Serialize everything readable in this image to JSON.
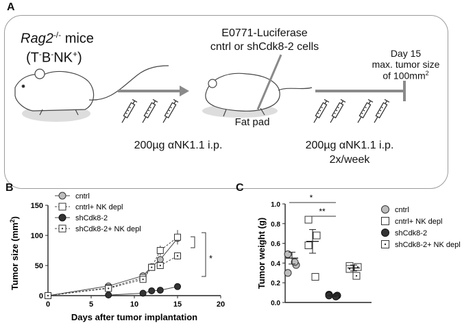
{
  "panel_a": {
    "letter": "A",
    "mice_line1_italic": "Rag2",
    "mice_line1_sup": "-/-",
    "mice_line1_rest": " mice",
    "phenotype": {
      "t": "T",
      "t_sup": "-",
      "b": "B",
      "b_sup": "-",
      "nk": "NK",
      "nk_sup": "+"
    },
    "cells_line1": "E0771-Luciferase",
    "cells_line2": "cntrl or shCdk8-2 cells",
    "injection_site": "Fat pad",
    "endpoint_line1": "Day 15",
    "endpoint_line2": "max. tumor size",
    "endpoint_line3": "of 100mm",
    "endpoint_line3_sup": "2",
    "treatment_pre": "200µg αNK1.1 i.p.",
    "treatment_post_line1": "200µg αNK1.1 i.p.",
    "treatment_post_line2": "2x/week",
    "colors": {
      "arrow": "#8a8a8a",
      "border": "#9a9a9a"
    }
  },
  "panel_b": {
    "letter": "B",
    "significance": "*",
    "chart_data": {
      "type": "line",
      "xlabel": "Days after tumor implantation",
      "ylabel": "Tumor size (mm",
      "ylabel_sup": "2",
      "ylabel_close": ")",
      "xlim": [
        0,
        20
      ],
      "ylim": [
        0,
        150
      ],
      "x_ticks": [
        "0",
        "5",
        "10",
        "15",
        "20"
      ],
      "y_ticks": [
        "0",
        "50",
        "100",
        "150"
      ],
      "series": [
        {
          "name": "cntrl",
          "marker": "circle-gray",
          "x": [
            0,
            7,
            11,
            12,
            13,
            15
          ],
          "y": [
            0,
            16,
            33,
            48,
            60,
            95
          ],
          "err": [
            0,
            3,
            4,
            5,
            6,
            10
          ]
        },
        {
          "name": "cntrl+ NK depl",
          "marker": "square-open",
          "dashed": true,
          "x": [
            0,
            7,
            11,
            12,
            13,
            15
          ],
          "y": [
            0,
            13,
            30,
            47,
            75,
            97
          ],
          "err": [
            0,
            3,
            4,
            5,
            8,
            12
          ]
        },
        {
          "name": "shCdk8-2",
          "marker": "circle-black",
          "x": [
            7,
            11,
            12,
            13,
            15
          ],
          "y": [
            1,
            4,
            8,
            9,
            15
          ],
          "err": [
            0,
            1,
            1,
            1,
            2
          ]
        },
        {
          "name": "shCdk8-2+ NK depl",
          "marker": "square-dot",
          "dashed": true,
          "x": [
            0,
            7,
            11,
            12,
            13,
            15
          ],
          "y": [
            0,
            12,
            27,
            47,
            50,
            66
          ],
          "err": [
            0,
            2,
            3,
            4,
            5,
            6
          ]
        }
      ]
    }
  },
  "panel_c": {
    "letter": "C",
    "sig1": "*",
    "sig2": "**",
    "chart_data": {
      "type": "scatter",
      "ylabel": "Tumor weight (g)",
      "ylim": [
        0.0,
        1.0
      ],
      "y_ticks": [
        "0.0",
        "0.2",
        "0.4",
        "0.6",
        "0.8",
        "1.0"
      ],
      "groups": [
        {
          "name": "cntrl",
          "marker": "circle-gray",
          "points": [
            0.49,
            0.38,
            0.3,
            0.41
          ],
          "mean": 0.45,
          "sem": 0.06
        },
        {
          "name": "cntrl+ NK depl",
          "marker": "square-open",
          "points": [
            0.84,
            0.68,
            0.58,
            0.26
          ],
          "mean": 0.62,
          "sem": 0.12
        },
        {
          "name": "shCdk8-2",
          "marker": "circle-black",
          "points": [
            0.08,
            0.07,
            0.07,
            0.06
          ],
          "mean": 0.07,
          "sem": 0.01
        },
        {
          "name": "shCdk8-2+ NK depl",
          "marker": "square-dot",
          "points": [
            0.37,
            0.36,
            0.34,
            0.27
          ],
          "mean": 0.35,
          "sem": 0.03
        }
      ]
    }
  }
}
